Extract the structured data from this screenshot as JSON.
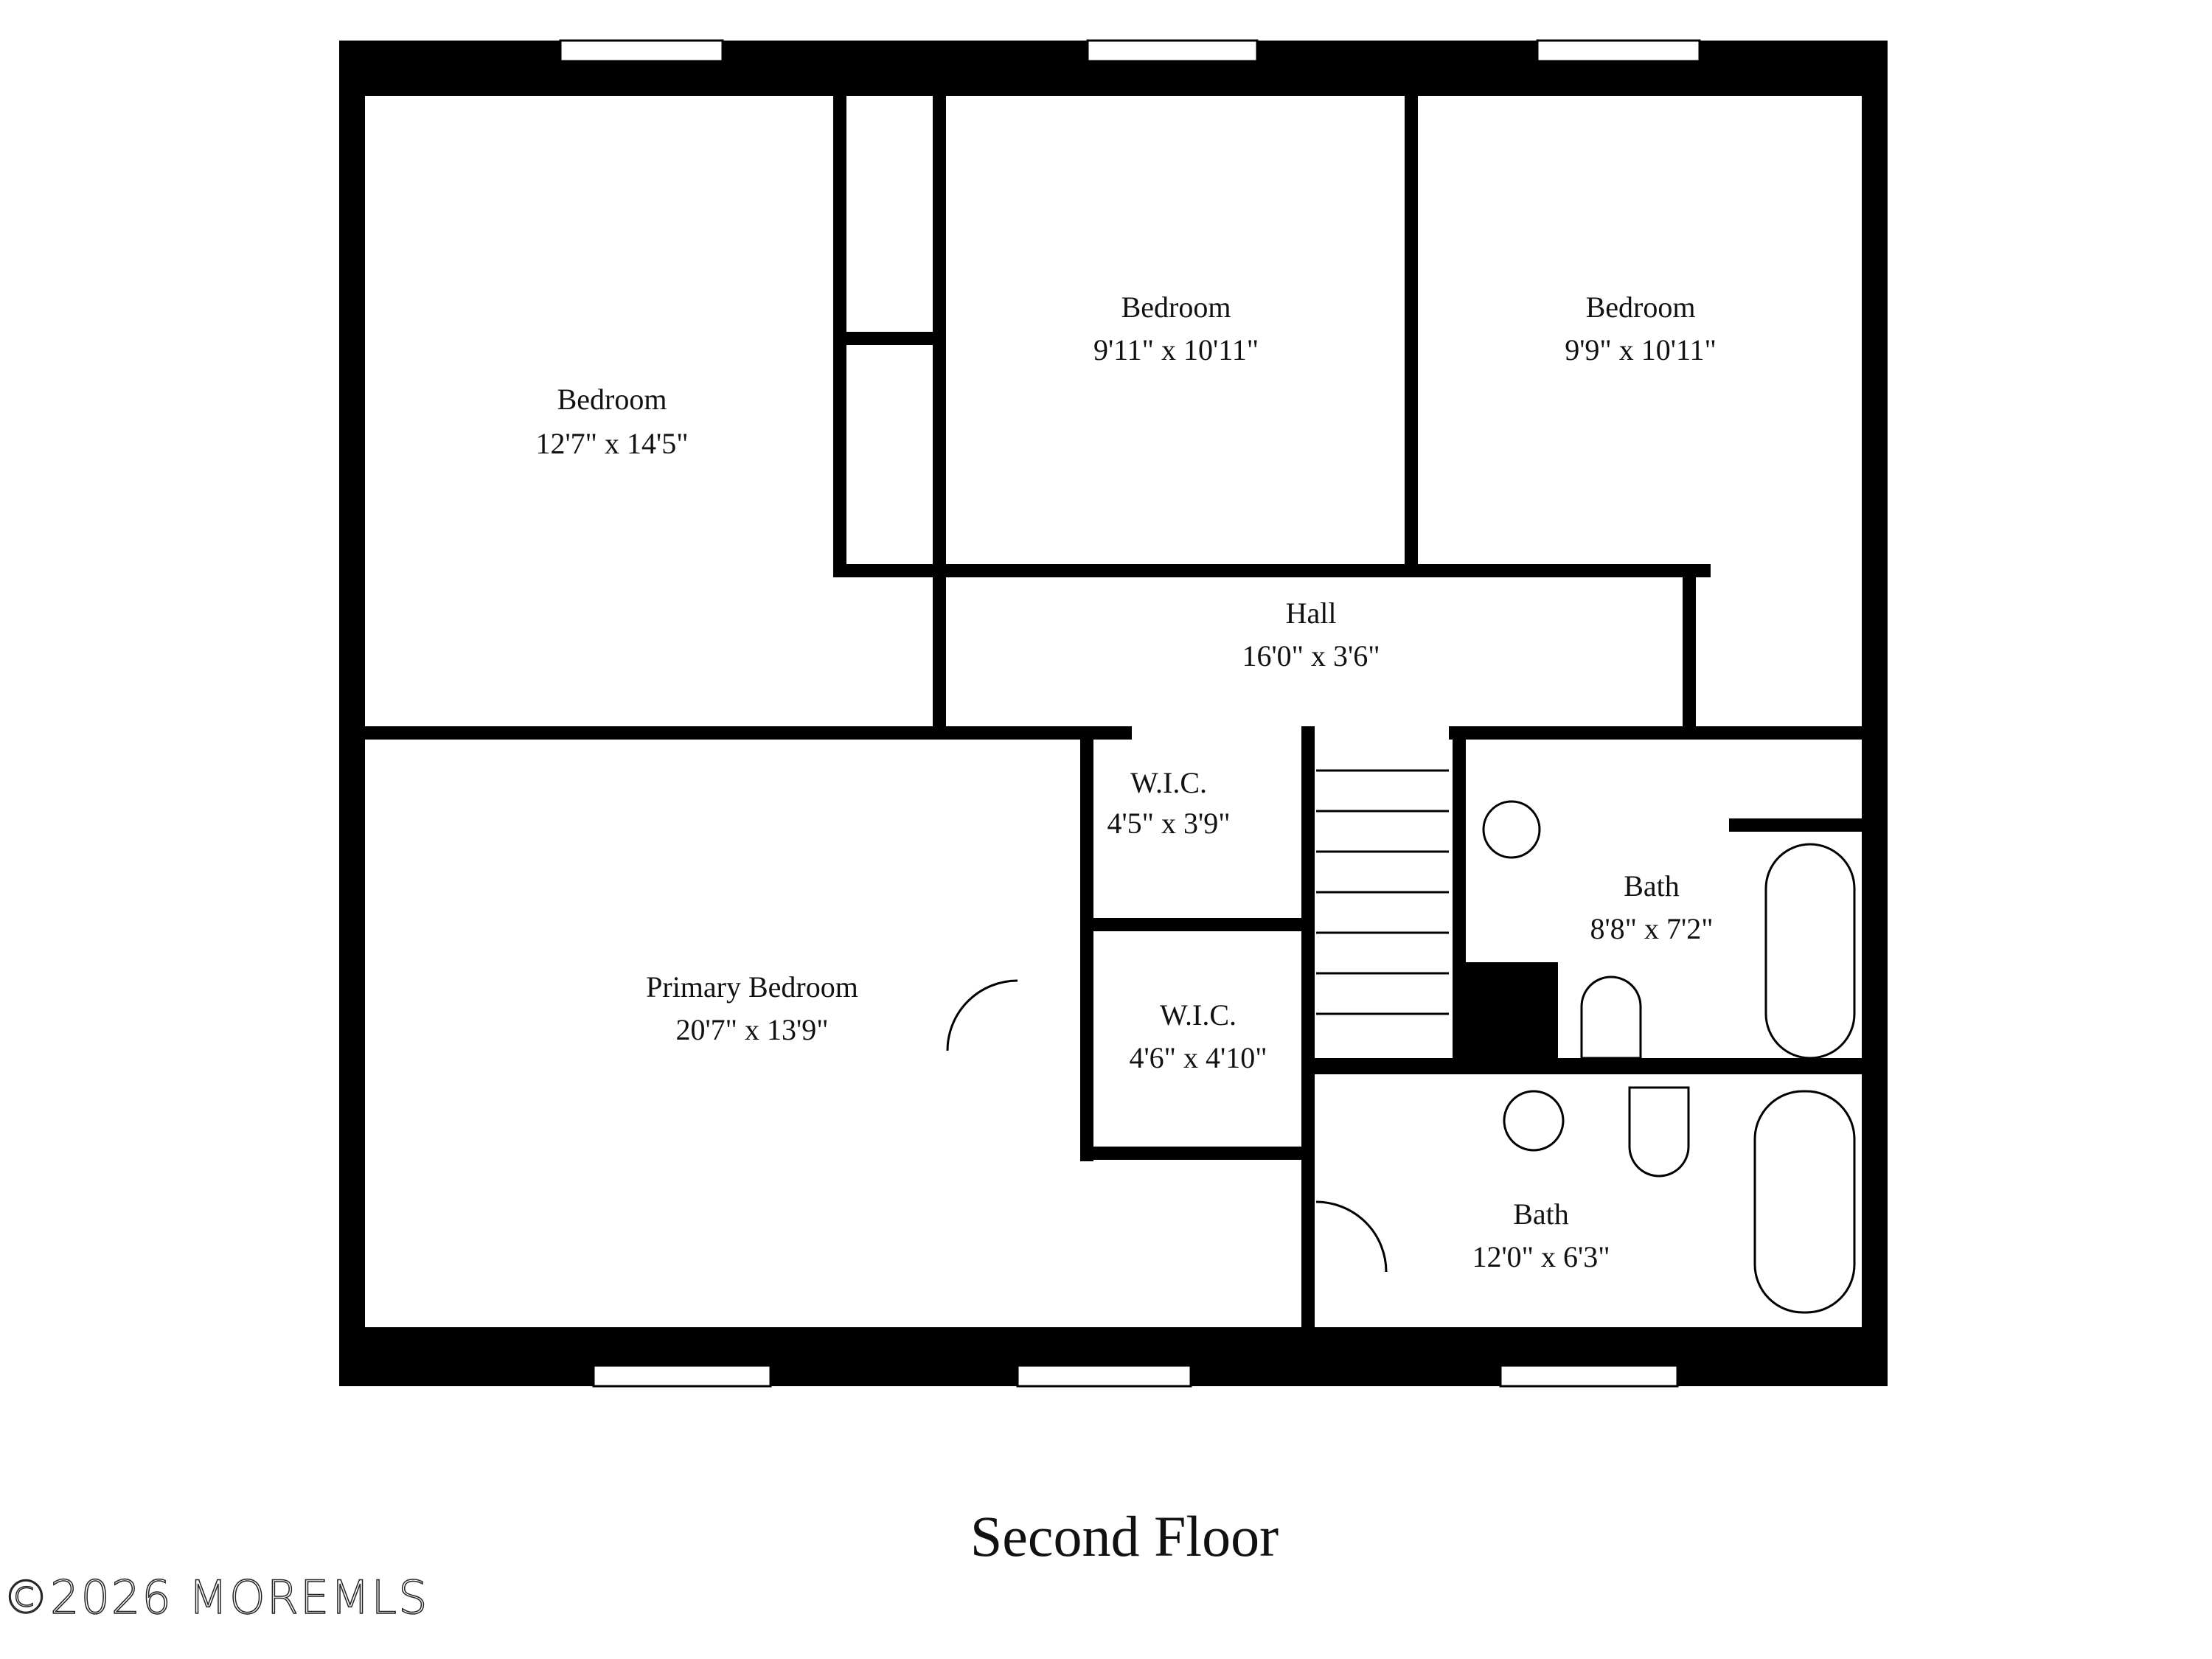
{
  "plan": {
    "title": "Second Floor",
    "rooms": [
      {
        "name": "Bedroom",
        "dims": "12'7\" x 14'5\""
      },
      {
        "name": "Bedroom",
        "dims": "9'11\" x 10'11\""
      },
      {
        "name": "Bedroom",
        "dims": "9'9\" x 10'11\""
      },
      {
        "name": "Hall",
        "dims": "16'0\" x 3'6\""
      },
      {
        "name": "W.I.C.",
        "dims": "4'5\" x 3'9\""
      },
      {
        "name": "W.I.C.",
        "dims": "4'6\" x 4'10\""
      },
      {
        "name": "Primary Bedroom",
        "dims": "20'7\" x 13'9\""
      },
      {
        "name": "Bath",
        "dims": "8'8\" x 7'2\""
      },
      {
        "name": "Bath",
        "dims": "12'0\" x 6'3\""
      }
    ]
  },
  "watermark": "©2026 MOREMLS",
  "colors": {
    "wall": "#000000",
    "background": "#ffffff",
    "text": "#111111"
  }
}
